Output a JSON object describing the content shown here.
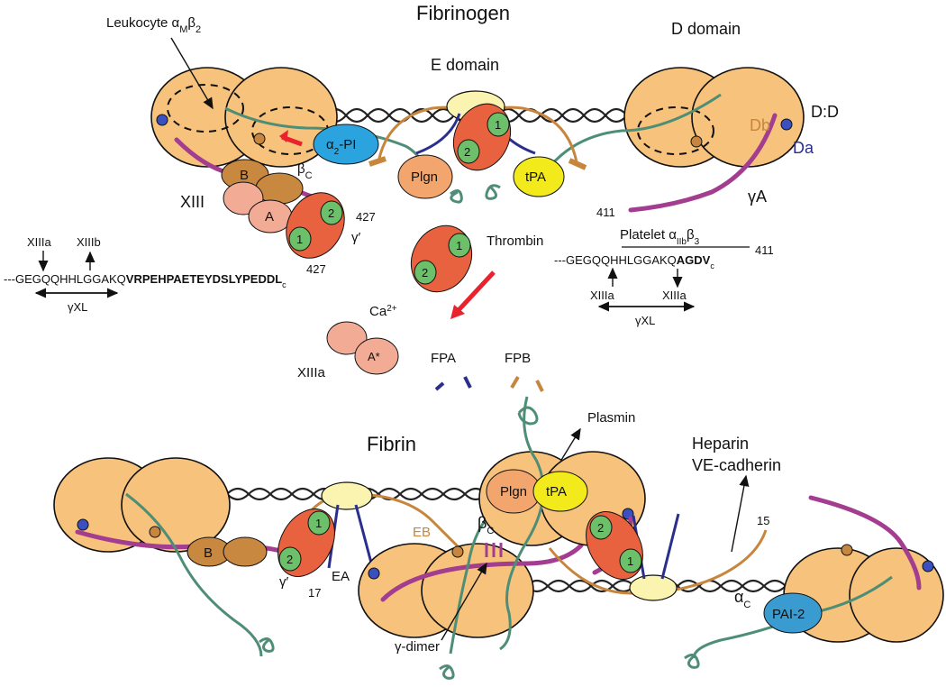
{
  "labels": {
    "fibrinogen": "Fibrinogen",
    "fibrin": "Fibrin",
    "d_domain": "D domain",
    "e_domain": "E domain",
    "dd": "D:D",
    "db": "Db",
    "da": "Da",
    "gamma_a": "γA",
    "leukocyte": "Leukocyte α",
    "leukocyte_sub": "M",
    "leukocyte_beta": "β",
    "leukocyte_beta_sub": "2",
    "beta_c": "β",
    "beta_c_sub": "C",
    "alpha2pi": "α",
    "alpha2pi_sub": "2",
    "alpha2pi_suffix": "-PI",
    "plgn": "Plgn",
    "tpa": "tPA",
    "xiii": "XIII",
    "a": "A",
    "b": "B",
    "n427a": "427",
    "n427b": "427",
    "gamma_prime": "γ′",
    "thrombin": "Thrombin",
    "ca": "Ca",
    "ca_sup": "2+",
    "xiiia_cluster": "XIIIa",
    "a_star": "A*",
    "fpa": "FPA",
    "fpb": "FPB",
    "n411a": "411",
    "n411b": "411",
    "platelet": "Platelet α",
    "platelet_sub": "IIb",
    "platelet_beta": "β",
    "platelet_beta_sub": "3",
    "xiiia_left": "XIIIa",
    "xiiib_left": "XIIIb",
    "seq_left_plain": "---GEGQQHHLGGAKQ",
    "seq_left_bold": "VRPEHPAETEYDSLYPEDDL",
    "seq_left_sub": "c",
    "gxl_left": "γXL",
    "seq_right_plain": "---GEGQQHHLGGAKQ",
    "seq_right_bold": "AGDV",
    "seq_right_sub": "c",
    "xiiia_r1": "XIIIa",
    "xiiia_r2": "XIIIa",
    "gxl_right": "γXL",
    "plasmin": "Plasmin",
    "heparin": "Heparin",
    "vecadherin": "VE-cadherin",
    "n15": "15",
    "n17": "17",
    "eb": "EB",
    "ea": "EA",
    "gamma_prime_b": "γ′",
    "gamma_dimer": "γ-dimer",
    "beta_c_b": "β",
    "beta_c_b_sub": "C",
    "alpha_c": "α",
    "alpha_c_sub": "C",
    "pai2": "PAI-2",
    "b_lower": "B",
    "plgn_lower": "Plgn",
    "tpa_lower": "tPA",
    "one": "1",
    "two": "2"
  },
  "colors": {
    "lobe": "#f7c27c",
    "thrombin_red": "#e8623f",
    "green_exosite": "#6cc06a",
    "alpha2pi_blue": "#2aa3df",
    "tpa_yellow": "#f2ea1a",
    "plgn_orange": "#f2a66e",
    "xiii_b": "#c98840",
    "xiii_a": "#f2ac96",
    "central_yellow": "#faf4b0",
    "pai2_blue": "#3a9bd0"
  }
}
